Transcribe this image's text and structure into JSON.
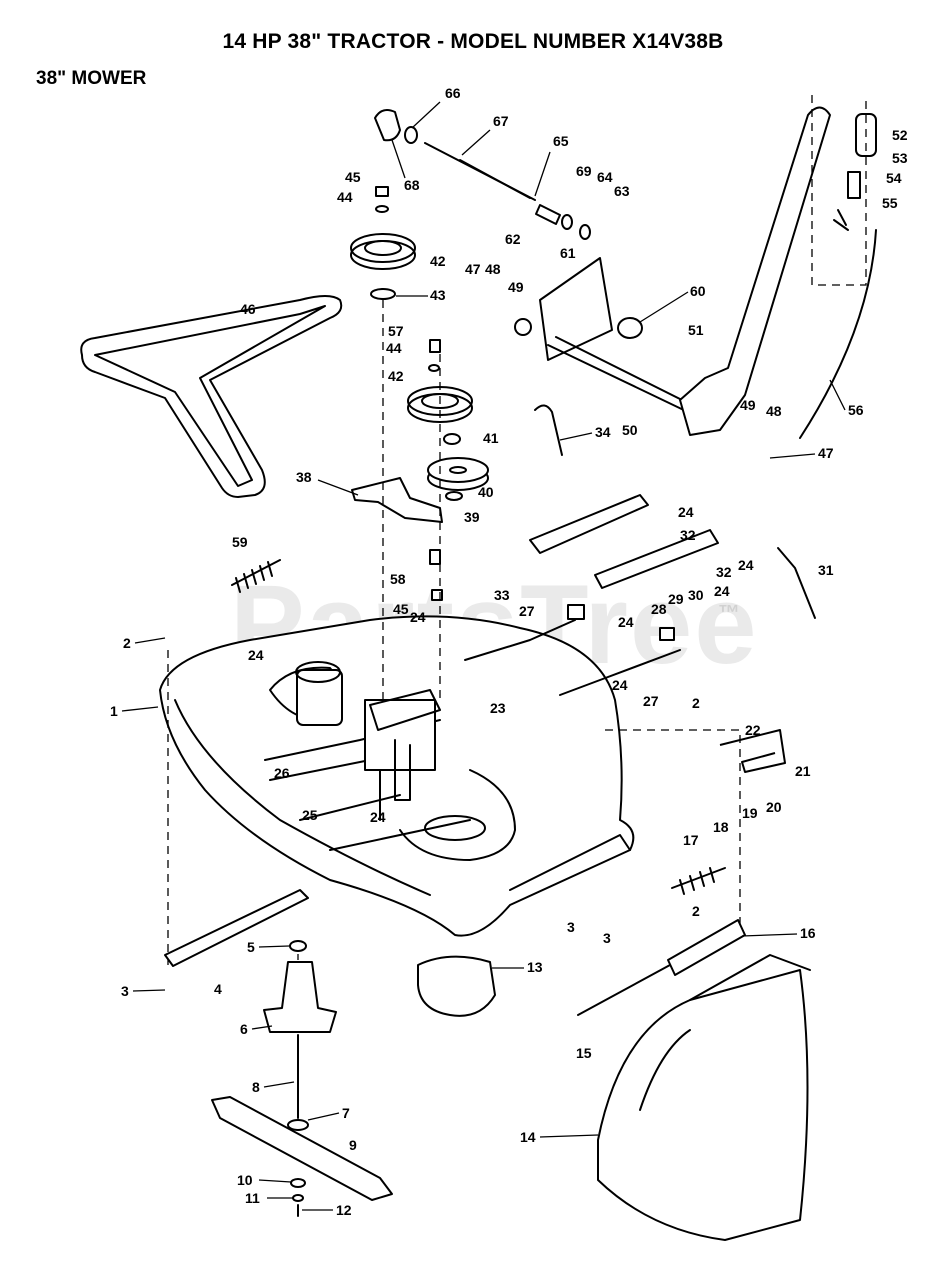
{
  "header": {
    "title": "14 HP 38\" TRACTOR - MODEL NUMBER X14V38B",
    "subtitle": "38\" MOWER"
  },
  "watermark": {
    "text": "PartsTree",
    "tm": "™"
  },
  "callouts": {
    "c1": "1",
    "c2a": "2",
    "c2b": "2",
    "c2c": "2",
    "c3a": "3",
    "c3b": "3",
    "c3c": "3",
    "c4": "4",
    "c5": "5",
    "c6": "6",
    "c7": "7",
    "c8": "8",
    "c9": "9",
    "c10": "10",
    "c11": "11",
    "c12": "12",
    "c13": "13",
    "c14": "14",
    "c15": "15",
    "c16": "16",
    "c17": "17",
    "c18": "18",
    "c19": "19",
    "c20": "20",
    "c21": "21",
    "c22": "22",
    "c23": "23",
    "c24a": "24",
    "c24b": "24",
    "c24c": "24",
    "c24d": "24",
    "c24e": "24",
    "c24f": "24",
    "c24g": "24",
    "c24h": "24",
    "c25": "25",
    "c26": "26",
    "c27a": "27",
    "c27b": "27",
    "c28": "28",
    "c29": "29",
    "c30": "30",
    "c31": "31",
    "c32a": "32",
    "c32b": "32",
    "c33": "33",
    "c34": "34",
    "c38": "38",
    "c39": "39",
    "c40": "40",
    "c41": "41",
    "c42a": "42",
    "c42b": "42",
    "c43": "43",
    "c44a": "44",
    "c44b": "44",
    "c45a": "45",
    "c45b": "45",
    "c46": "46",
    "c47a": "47",
    "c47b": "47",
    "c48a": "48",
    "c48b": "48",
    "c49a": "49",
    "c49b": "49",
    "c50": "50",
    "c51": "51",
    "c52": "52",
    "c53": "53",
    "c54": "54",
    "c55": "55",
    "c56": "56",
    "c57": "57",
    "c58": "58",
    "c59": "59",
    "c60": "60",
    "c61": "61",
    "c62": "62",
    "c63": "63",
    "c64": "64",
    "c65": "65",
    "c66": "66",
    "c67": "67",
    "c68": "68",
    "c69": "69"
  }
}
